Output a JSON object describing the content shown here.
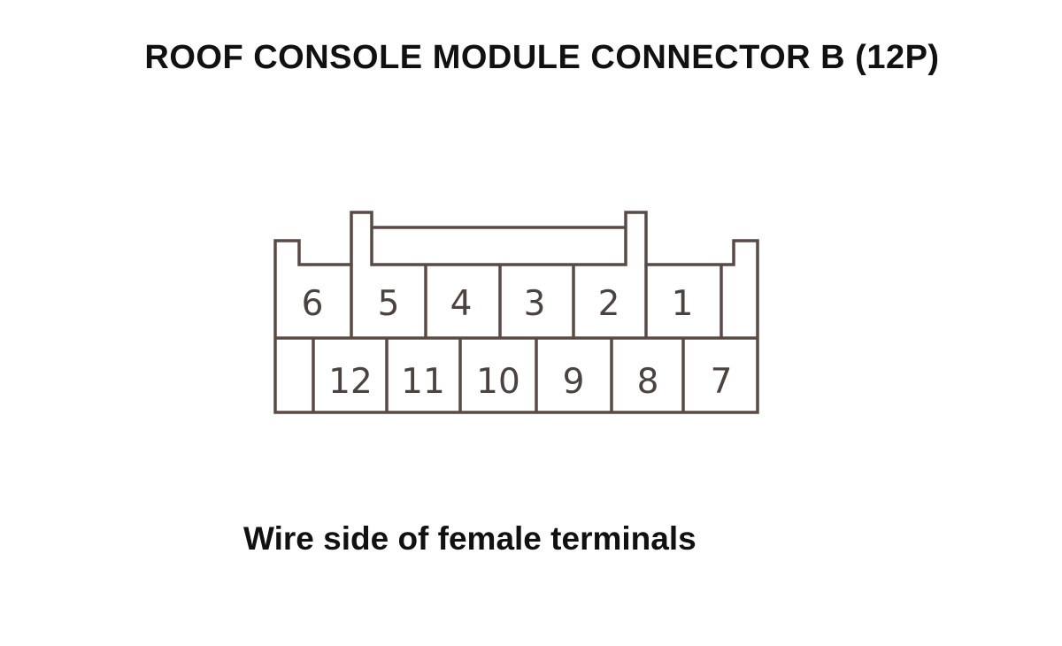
{
  "title": "ROOF CONSOLE MODULE CONNECTOR B (12P)",
  "caption": "Wire side of female terminals",
  "colors": {
    "outline": "#5a4a45",
    "pin_text": "#4a4340",
    "text": "#111111"
  },
  "connector": {
    "top_row": [
      "6",
      "5",
      "4",
      "3",
      "2",
      "1"
    ],
    "bottom_row": [
      "12",
      "11",
      "10",
      "9",
      "8",
      "7"
    ]
  }
}
